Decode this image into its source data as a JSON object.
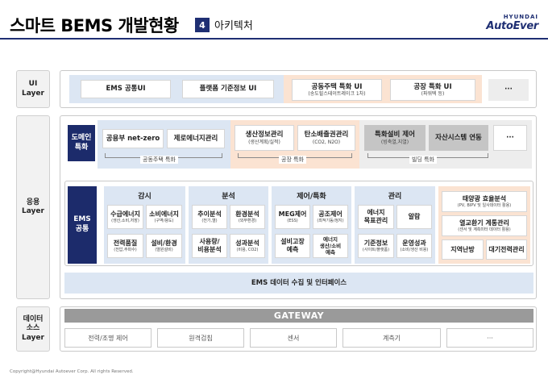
{
  "header": {
    "title": "스마트 BEMS 개발현황",
    "section_number": "4",
    "section_name": "아키텍처",
    "logo_top": "HYUNDAI",
    "logo_main": "AutoEver"
  },
  "layers": {
    "ui": "UI\nLayer",
    "app": "응용\nLayer",
    "data": "데이터\n소스\nLayer"
  },
  "ui_layer": {
    "ems_common": "EMS 공통UI",
    "platform_ui": "플랫폼 기준정보 UI",
    "apt_ui": {
      "title": "공동주택 특화 UI",
      "sub": "(송도힐스테이트레이크 1차)"
    },
    "factory_ui": {
      "title": "공장 특화 UI",
      "sub": "(파워텍 등)"
    },
    "more": "···"
  },
  "domain_row": {
    "label": "도메인\n특화",
    "apt_items": [
      "공용부 net-zero",
      "제로에너지관리"
    ],
    "apt_brace": "공동주택 특화",
    "factory_items": [
      {
        "title": "생산정보관리",
        "sub": "(생산계획/실적)"
      },
      {
        "title": "탄소배출권관리",
        "sub": "(CO2, N2O)"
      }
    ],
    "factory_brace": "공장 특화",
    "building_items": [
      {
        "title": "특화설비 제어",
        "sub": "(빙축열,지열)"
      },
      {
        "title": "자산시스템 연동",
        "sub": ""
      }
    ],
    "building_brace": "빌딩 특화",
    "more": "···"
  },
  "ems_row": {
    "label": "EMS\n공통",
    "groups": [
      {
        "header": "감시",
        "items": [
          {
            "title": "수급에너지",
            "sub": "(생산,소비,저장)"
          },
          {
            "title": "소비에너지",
            "sub": "(구역/용도)"
          },
          {
            "title": "전력품질",
            "sub": "(전압,주파수)"
          },
          {
            "title": "설비/환경",
            "sub": "(열원설비)"
          }
        ]
      },
      {
        "header": "분석",
        "items": [
          {
            "title": "추이분석",
            "sub": "(전기,열)"
          },
          {
            "title": "환경분석",
            "sub": "(외부환경)"
          },
          {
            "title": "사용량/\n비용분석",
            "sub": ""
          },
          {
            "title": "성과분석",
            "sub": "(비용, CO2)"
          }
        ]
      },
      {
        "header": "제어/특화",
        "items": [
          {
            "title": "MEG제어",
            "sub": "(ESS)"
          },
          {
            "title": "공조제어",
            "sub": "(최적기동/정지)"
          },
          {
            "title": "설비고장\n예측",
            "sub": ""
          },
          {
            "title": "에너지\n생산/소비\n예측",
            "sub": ""
          }
        ]
      },
      {
        "header": "관리",
        "items": [
          {
            "title": "에너지\n목표관리",
            "sub": ""
          },
          {
            "title": "알람",
            "sub": ""
          },
          {
            "title": "기준정보",
            "sub": "(사이트/플랫폼)"
          },
          {
            "title": "운영성과",
            "sub": "(소비/생산 비용)"
          }
        ]
      }
    ],
    "orange_items": [
      {
        "title": "태양광 효율분석",
        "sub": "(PV, BIPV 및 일사데이터 활용)"
      },
      {
        "title": "열교환기 계통관리",
        "sub": "(센서 및 계측미터 데이터 활용)"
      }
    ],
    "orange_bottom": [
      "지역난방",
      "대기전력관리"
    ]
  },
  "interface_bar": "EMS 데이터 수집 및 인터페이스",
  "gateway": "GATEWAY",
  "data_sources": [
    "전력/조명 제어",
    "원격검침",
    "센서",
    "계측기",
    "···"
  ],
  "copyright": "Copyright@Hyundai Autoever Corp. All rights Reserved."
}
